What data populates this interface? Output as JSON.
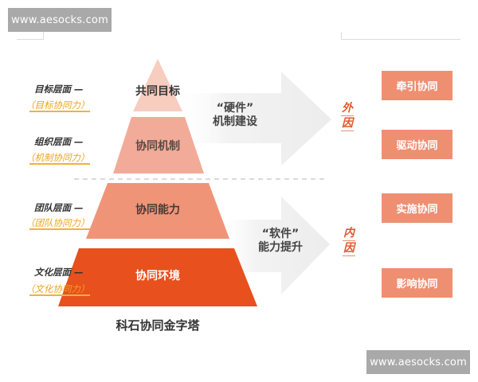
{
  "watermarks": {
    "top_left": "www.aesocks.com",
    "bottom_right": "www.aesocks.com"
  },
  "colors": {
    "layer1": "#f7cdc0",
    "layer2": "#f2ab98",
    "layer3": "#f09478",
    "layer4": "#e8501e",
    "mode_box": "#ef8f72",
    "factor_text": "#e2572a",
    "sub_label": "#f0a21e",
    "arrow_fill": "#eeeeee"
  },
  "pyramid": {
    "title": "科石协同金字塔",
    "layers": [
      {
        "label": "共同目标",
        "level": "目标层面 —",
        "sub": "（目标协同力）"
      },
      {
        "label": "协同机制",
        "level": "组织层面 —",
        "sub": "（机制协同力）"
      },
      {
        "label": "协同能力",
        "level": "团队层面 —",
        "sub": "（团队协同力）"
      },
      {
        "label": "协同环境",
        "level": "文化层面 —",
        "sub": "（文化协同力）"
      }
    ]
  },
  "arrows": [
    {
      "line1": "“硬件”",
      "line2": "机制建设",
      "factor": [
        "外",
        "因"
      ]
    },
    {
      "line1": "“软件”",
      "line2": "能力提升",
      "factor": [
        "内",
        "因"
      ]
    }
  ],
  "modes": [
    "牵引协同",
    "驱动协同",
    "实施协同",
    "影响协同"
  ]
}
